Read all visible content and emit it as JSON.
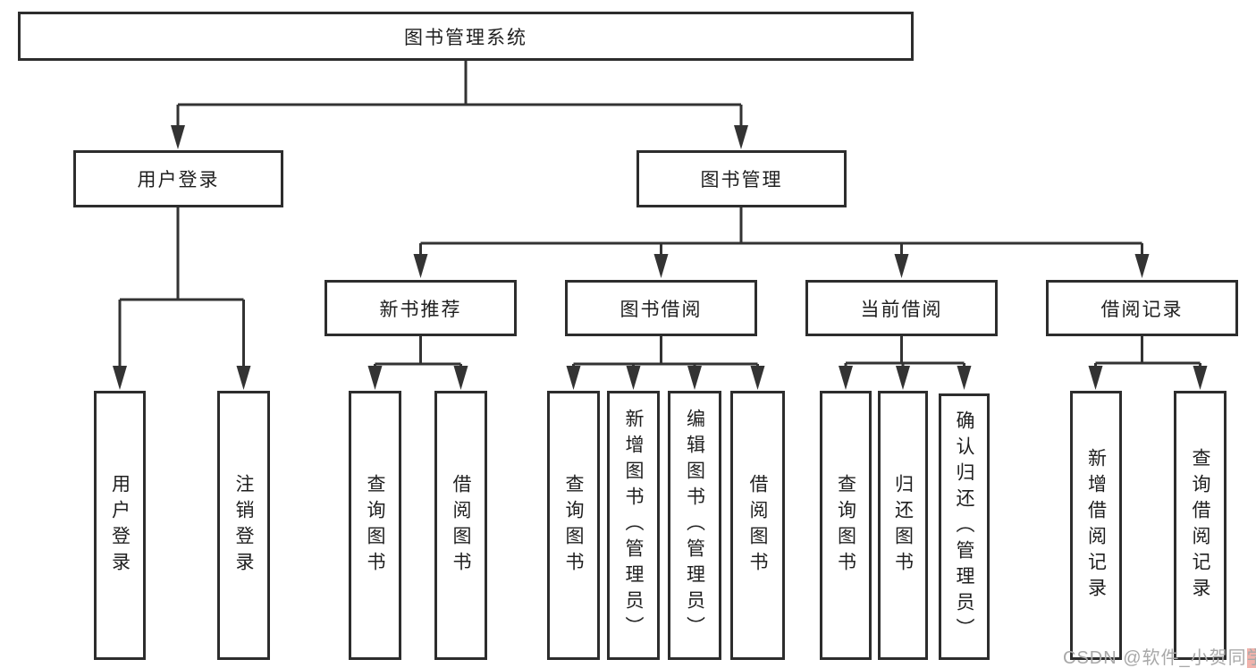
{
  "diagram_title": "图书管理系统",
  "nodes": {
    "root": "图书管理系统",
    "user_login": "用户登录",
    "book_mgmt": "图书管理",
    "new_book_rec": "新书推荐",
    "book_borrow": "图书借阅",
    "current_borrow": "当前借阅",
    "borrow_record": "借阅记录",
    "leaf_user_login": "用户登录",
    "leaf_logout": "注销登录",
    "leaf_query_book_rec": "查询图书",
    "leaf_borrow_book_rec": "借阅图书",
    "leaf_query_book_borrow": "查询图书",
    "leaf_add_book": "新增图书（管理员）",
    "leaf_edit_book": "编辑图书（管理员）",
    "leaf_borrow_book_borrow": "借阅图书",
    "leaf_query_book_current": "查询图书",
    "leaf_return_book": "归还图书",
    "leaf_confirm_return": "确认归还（管理员）",
    "leaf_add_record": "新增借阅记录",
    "leaf_query_record": "查询借阅记录"
  },
  "hierarchy": {
    "图书管理系统": {
      "用户登录": [
        "用户登录",
        "注销登录"
      ],
      "图书管理": {
        "新书推荐": [
          "查询图书",
          "借阅图书"
        ],
        "图书借阅": [
          "查询图书",
          "新增图书（管理员）",
          "编辑图书（管理员）",
          "借阅图书"
        ],
        "当前借阅": [
          "查询图书",
          "归还图书",
          "确认归还（管理员）"
        ],
        "借阅记录": [
          "新增借阅记录",
          "查询借阅记录"
        ]
      }
    }
  },
  "watermark": {
    "prefix": "CSDN @软件_小贺同",
    "highlight": "学"
  },
  "colors": {
    "background": "#ffffff",
    "line": "#333333",
    "box_border": "#2d2d2d",
    "text": "#1f1f1f",
    "watermark_text": "#a8a8a8",
    "watermark_highlight": "#f0b2ab"
  }
}
